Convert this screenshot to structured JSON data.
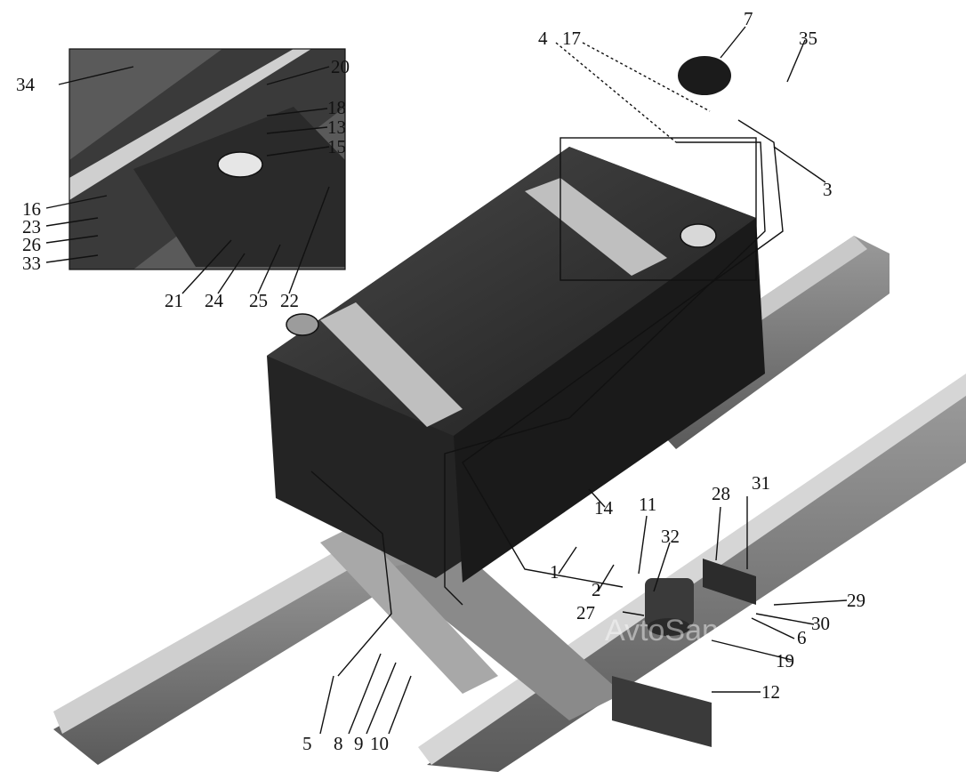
{
  "diagram": {
    "watermark": "AvtoSan",
    "callouts": [
      "1",
      "2",
      "3",
      "4",
      "5",
      "6",
      "7",
      "8",
      "9",
      "10",
      "11",
      "12",
      "13",
      "14",
      "15",
      "16",
      "17",
      "18",
      "19",
      "20",
      "21",
      "22",
      "23",
      "24",
      "25",
      "26",
      "27",
      "28",
      "29",
      "30",
      "31",
      "32",
      "33",
      "34",
      "35"
    ],
    "colors": {
      "ink": "#111111",
      "body": "#2a2a2a",
      "frame": "#6e6e6e",
      "light": "#bdbdbd"
    }
  }
}
